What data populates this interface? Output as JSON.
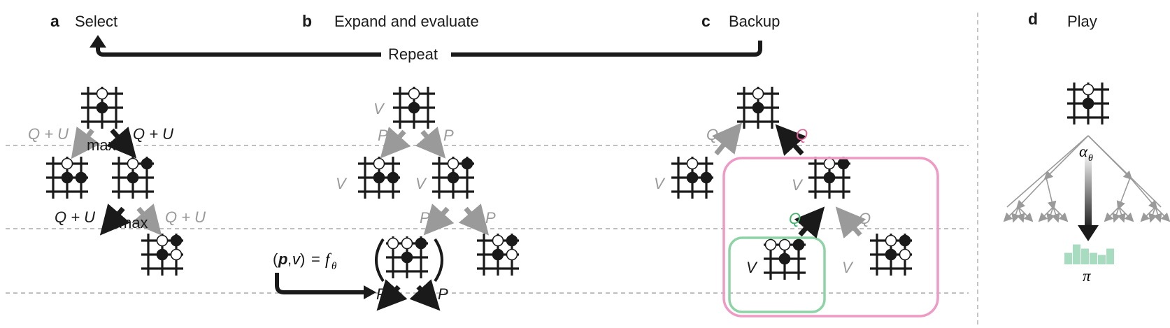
{
  "panels": {
    "a": {
      "letter": "a",
      "title": "Select"
    },
    "b": {
      "letter": "b",
      "title": "Expand and evaluate"
    },
    "c": {
      "letter": "c",
      "title": "Backup"
    },
    "d": {
      "letter": "d",
      "title": "Play"
    }
  },
  "repeat_label": "Repeat",
  "select": {
    "q_plus_u": "Q + U",
    "max": "max"
  },
  "expand": {
    "v": "V",
    "p": "P",
    "network_lhs_p": "p",
    "network_lhs_v": "v",
    "network_eq": "=",
    "network_f": "f",
    "network_theta": "θ"
  },
  "backup": {
    "q": "Q",
    "v": "V"
  },
  "play": {
    "alpha": "α",
    "theta": "θ",
    "pi": "π"
  },
  "colors": {
    "dark": "#1a1a1a",
    "grey": "#9a9a9a",
    "pink": "#e0609a",
    "green": "#3fb36a",
    "green_bars": "#a8dcc0"
  },
  "policy_bars": [
    0.55,
    0.95,
    0.75,
    0.55,
    0.45,
    0.75
  ]
}
